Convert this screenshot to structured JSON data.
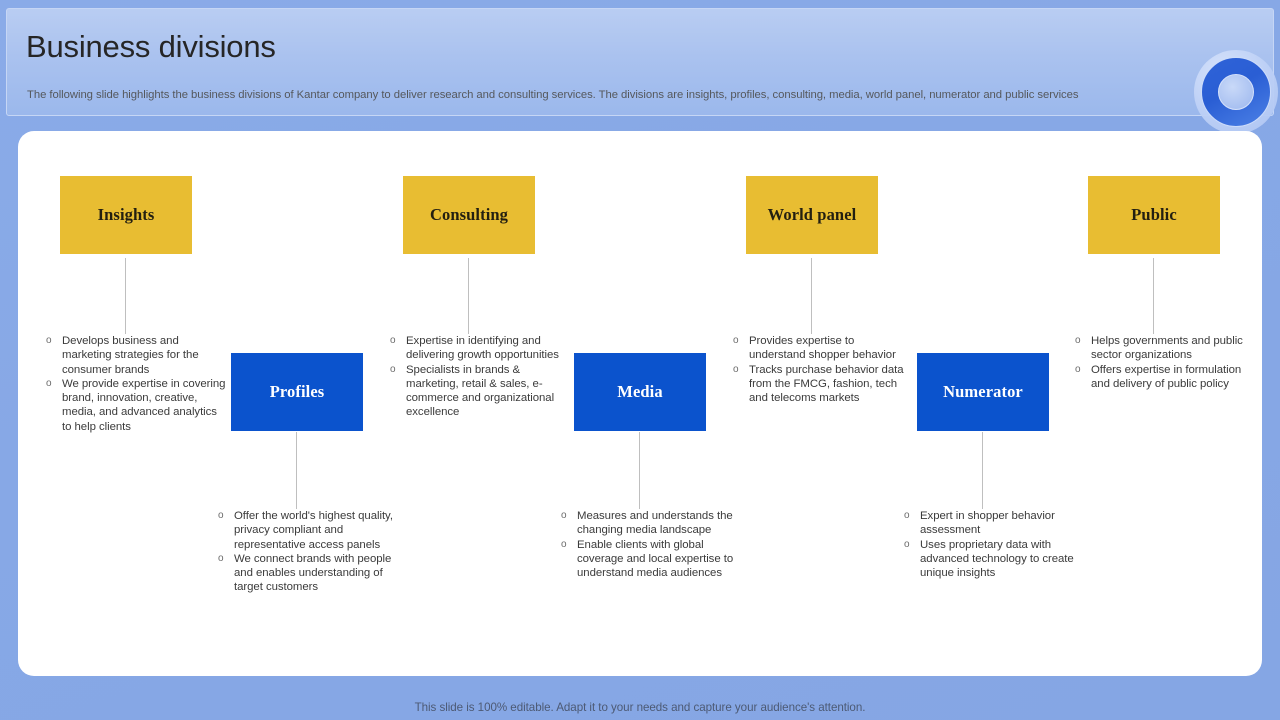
{
  "header": {
    "title": "Business divisions",
    "subtitle": "The following slide highlights the business  divisions of Kantar  company to deliver  research  and consulting services.  The divisions  are insights,  profiles, consulting, media, world panel, numerator and public services"
  },
  "colors": {
    "background": "#87a8e6",
    "header_gradient_top": "#b9cdf2",
    "header_gradient_bottom": "#9bb8ec",
    "card": "#ffffff",
    "gold_box": "#e8bd32",
    "blue_box": "#0b53cd",
    "gold_box_text": "#231f11",
    "blue_box_text": "#ffffff",
    "connector_line": "#bfbfbf",
    "bullet_text": "#3b3b3b",
    "title_text": "#262626",
    "subtitle_text": "#55585c",
    "footer_text": "#4d5a74",
    "ring_blue": "#2a5ed4"
  },
  "bullet_marker": "o",
  "divisions": [
    {
      "id": "insights",
      "label": "Insights",
      "style": "gold",
      "row": "top",
      "bullets": [
        "Develops business and marketing strategies for the consumer brands",
        "We provide expertise in covering brand, innovation, creative, media, and advanced analytics to help clients"
      ]
    },
    {
      "id": "profiles",
      "label": "Profiles",
      "style": "blue",
      "row": "bottom",
      "bullets": [
        "Offer the world's highest quality, privacy  compliant and representative access panels",
        "We connect brands with people and enables understanding of target customers"
      ]
    },
    {
      "id": "consulting",
      "label": "Consulting",
      "style": "gold",
      "row": "top",
      "bullets": [
        "Expertise in identifying and delivering growth opportunities",
        "Specialists in brands & marketing, retail & sales, e-commerce and organizational excellence"
      ]
    },
    {
      "id": "media",
      "label": "Media",
      "style": "blue",
      "row": "bottom",
      "bullets": [
        "Measures and understands the changing media landscape",
        "Enable clients with global coverage and local expertise to understand media audiences"
      ]
    },
    {
      "id": "world-panel",
      "label": "World panel",
      "style": "gold",
      "row": "top",
      "bullets": [
        "Provides expertise to understand shopper behavior",
        "Tracks purchase behavior data from the FMCG, fashion, tech and telecoms markets"
      ]
    },
    {
      "id": "numerator",
      "label": "Numerator",
      "style": "blue",
      "row": "bottom",
      "bullets": [
        "Expert in shopper behavior assessment",
        "Uses proprietary data with advanced technology to  create unique insights"
      ]
    },
    {
      "id": "public",
      "label": "Public",
      "style": "gold",
      "row": "top",
      "bullets": [
        "Helps governments and public sector organizations",
        "Offers expertise in formulation and delivery of public policy"
      ]
    }
  ],
  "footer": {
    "note": "This slide is 100% editable. Adapt it to your needs and capture your audience's attention."
  }
}
